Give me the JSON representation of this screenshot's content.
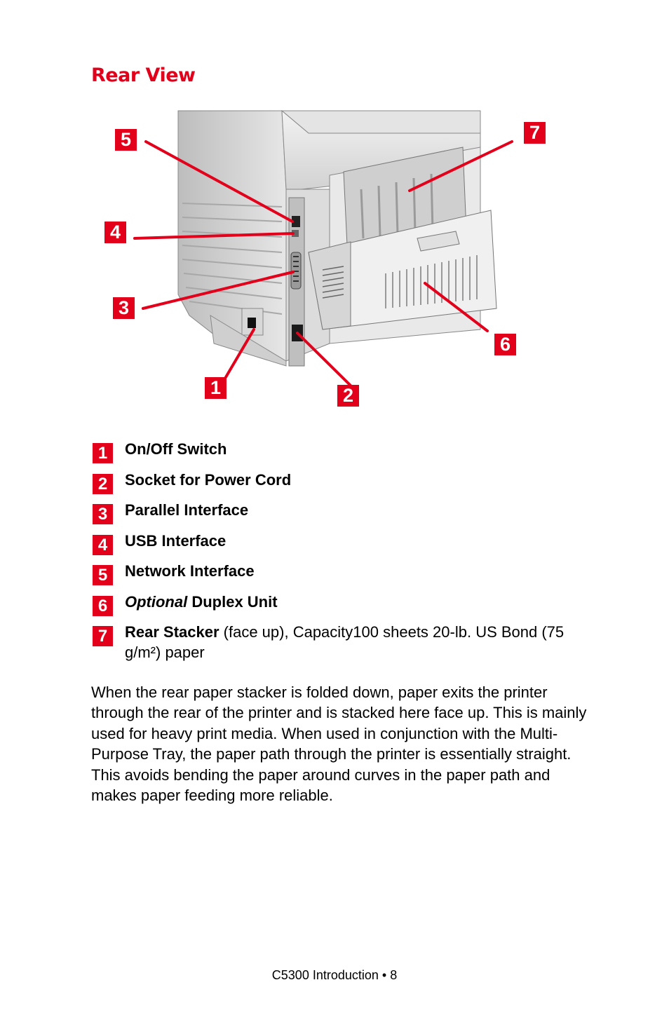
{
  "section_title": "Rear View",
  "figure": {
    "callouts": [
      "1",
      "2",
      "3",
      "4",
      "5",
      "6",
      "7"
    ],
    "callout_color": "#e3001b"
  },
  "legend": [
    {
      "number": "1",
      "label": "On/Off Switch"
    },
    {
      "number": "2",
      "label": "Socket for Power Cord"
    },
    {
      "number": "3",
      "label": "Parallel Interface"
    },
    {
      "number": "4",
      "label": "USB Interface"
    },
    {
      "number": "5",
      "label": "Network Interface"
    },
    {
      "number": "6",
      "label_italic": "Optional",
      "label": " Duplex Unit"
    },
    {
      "number": "7",
      "label": "Rear Stacker",
      "detail": " (face up), Capacity100 sheets 20-lb. US Bond (75 g/m²) paper"
    }
  ],
  "body_text": "When the rear paper stacker is folded down, paper exits the printer through the rear of the printer and is stacked here face up. This is mainly used for heavy print media. When used in conjunction with the Multi-Purpose Tray, the paper path through the printer is essentially straight. This avoids bending the paper around curves in the paper path and makes paper feeding more reliable.",
  "footer": {
    "document": "C5300 Introduction",
    "separator": " • ",
    "page_number": "8"
  }
}
